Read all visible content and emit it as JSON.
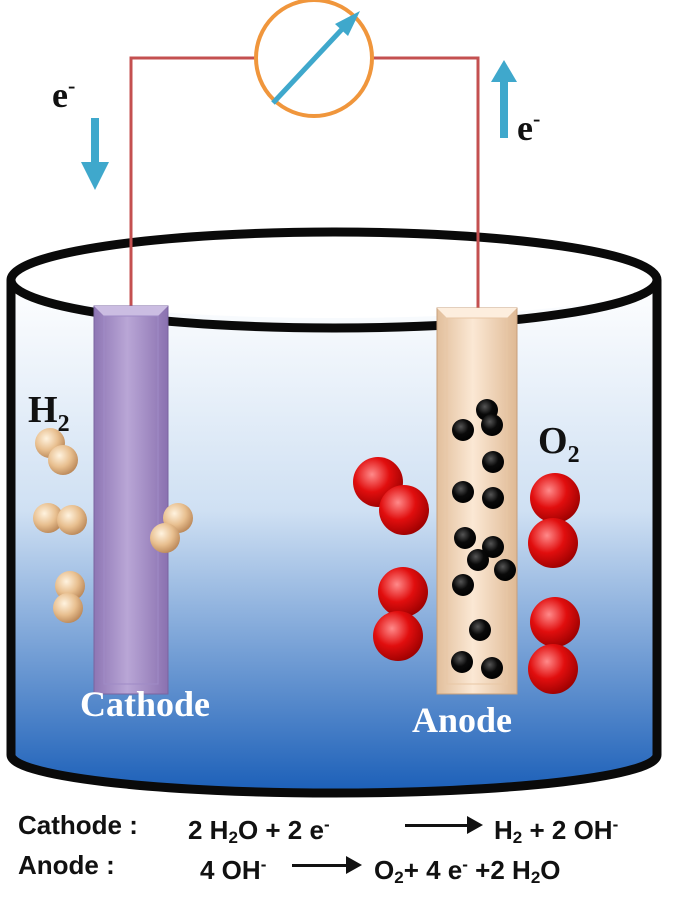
{
  "diagram": {
    "electron_left": {
      "label": "e",
      "charge": "-"
    },
    "electron_right": {
      "label": "e",
      "charge": "-"
    },
    "cathode_label": "Cathode",
    "anode_label": "Anode",
    "h2_label": {
      "base": "H",
      "sub": "2"
    },
    "o2_label": {
      "base": "O",
      "sub": "2"
    },
    "colors": {
      "wire": "#c45050",
      "meter": "#f0963c",
      "arrow": "#3fa8cc",
      "cathode": "#a892c8",
      "anode": "#f3d7bb",
      "hydrogen": "#e8bf8f",
      "oxygen": "#e10e0e",
      "electrolyte_top": "#ffffff",
      "electrolyte_bottom": "#1b5fb8",
      "electron_dot": "#0a0a0a"
    }
  },
  "equations": {
    "cathode": {
      "name": "Cathode :",
      "lhs": {
        "a": "2 H",
        "a_sub": "2",
        "b": "O + 2 e",
        "b_sup": "-"
      },
      "rhs": {
        "a": "H",
        "a_sub": "2",
        "b": " + 2 OH",
        "b_sup": "-"
      }
    },
    "anode": {
      "name": "Anode :",
      "lhs": {
        "a": "4 OH",
        "a_sup": "-"
      },
      "rhs": {
        "a": "O",
        "a_sub": "2",
        "b": "+ 4 e",
        "b_sup": "-",
        "c": " +2 H",
        "c_sub": "2",
        "d": "O"
      }
    }
  }
}
